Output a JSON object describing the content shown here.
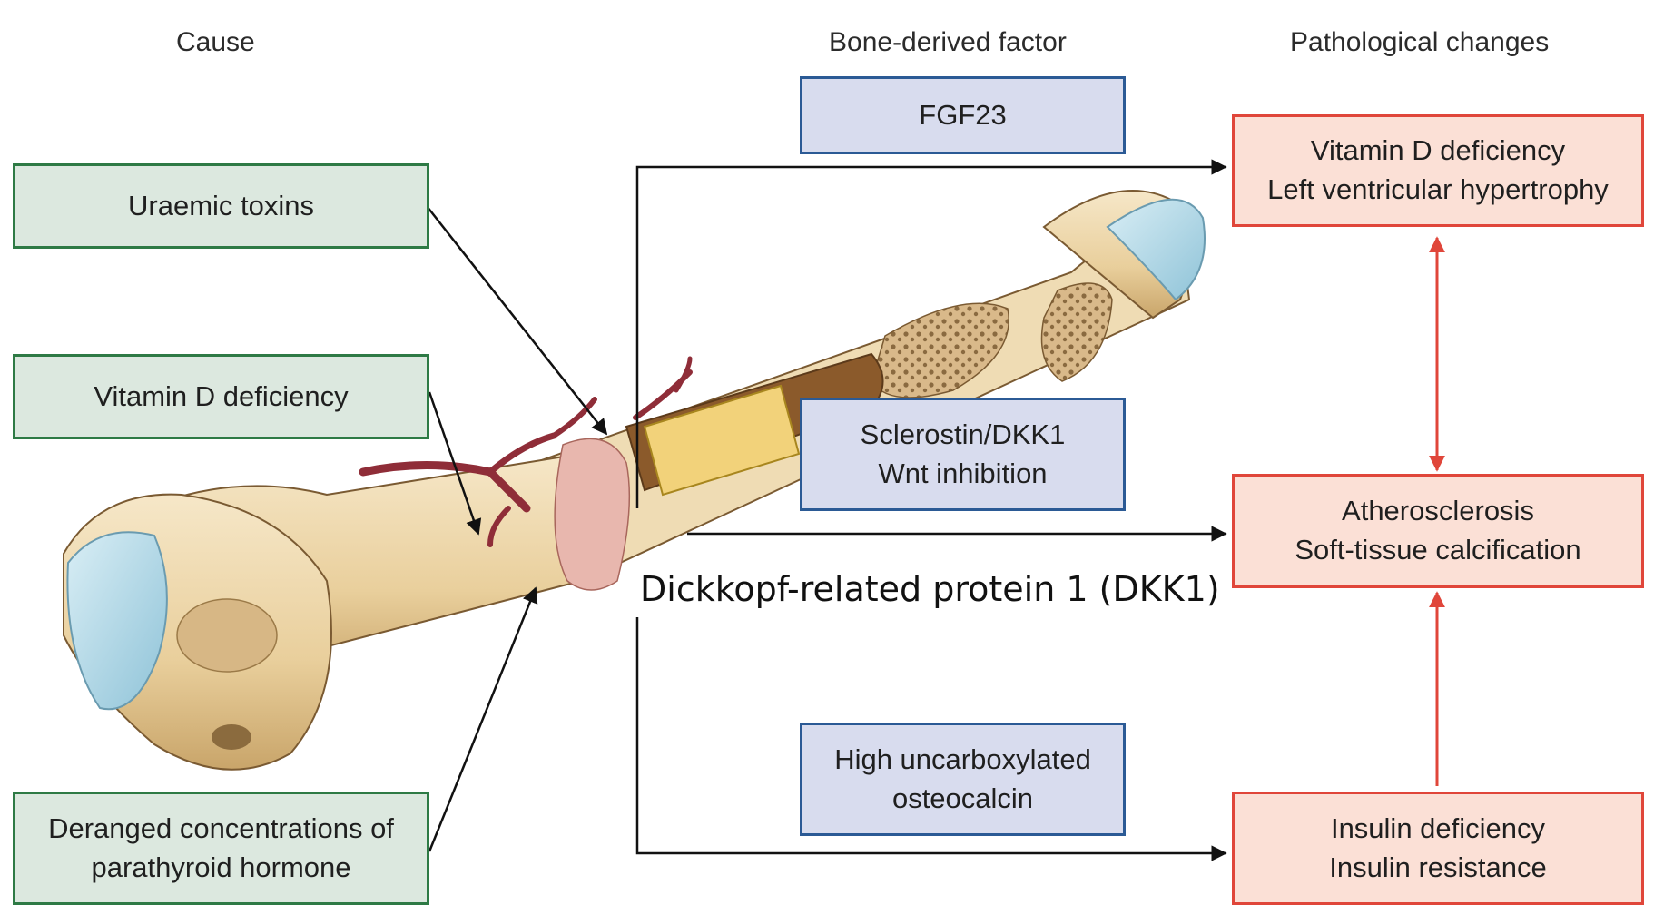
{
  "headers": {
    "cause": "Cause",
    "factor": "Bone-derived factor",
    "pathology": "Pathological changes"
  },
  "causes": {
    "uraemic": "Uraemic toxins",
    "vitd": "Vitamin D deficiency",
    "pth_line1": "Deranged concentrations of",
    "pth_line2": "parathyroid hormone"
  },
  "factors": {
    "fgf23": "FGF23",
    "sclerostin_line1": "Sclerostin/DKK1",
    "sclerostin_line2": "Wnt inhibition",
    "osteocalcin_line1": "High uncarboxylated",
    "osteocalcin_line2": "osteocalcin"
  },
  "pathology": {
    "top_line1": "Vitamin D deficiency",
    "top_line2": "Left ventricular hypertrophy",
    "mid_line1": "Atherosclerosis",
    "mid_line2": "Soft-tissue calcification",
    "bottom_line1": "Insulin deficiency",
    "bottom_line2": "Insulin resistance"
  },
  "annotation": "Dickkopf-related protein 1 (DKK1)",
  "colors": {
    "cause_fill": "#dce8df",
    "cause_border": "#2e7a45",
    "factor_fill": "#d8dcee",
    "factor_border": "#2b5a95",
    "patho_fill": "#fbe0d6",
    "patho_border": "#e0463a",
    "arrow_black": "#111111",
    "arrow_red": "#e0463a"
  }
}
